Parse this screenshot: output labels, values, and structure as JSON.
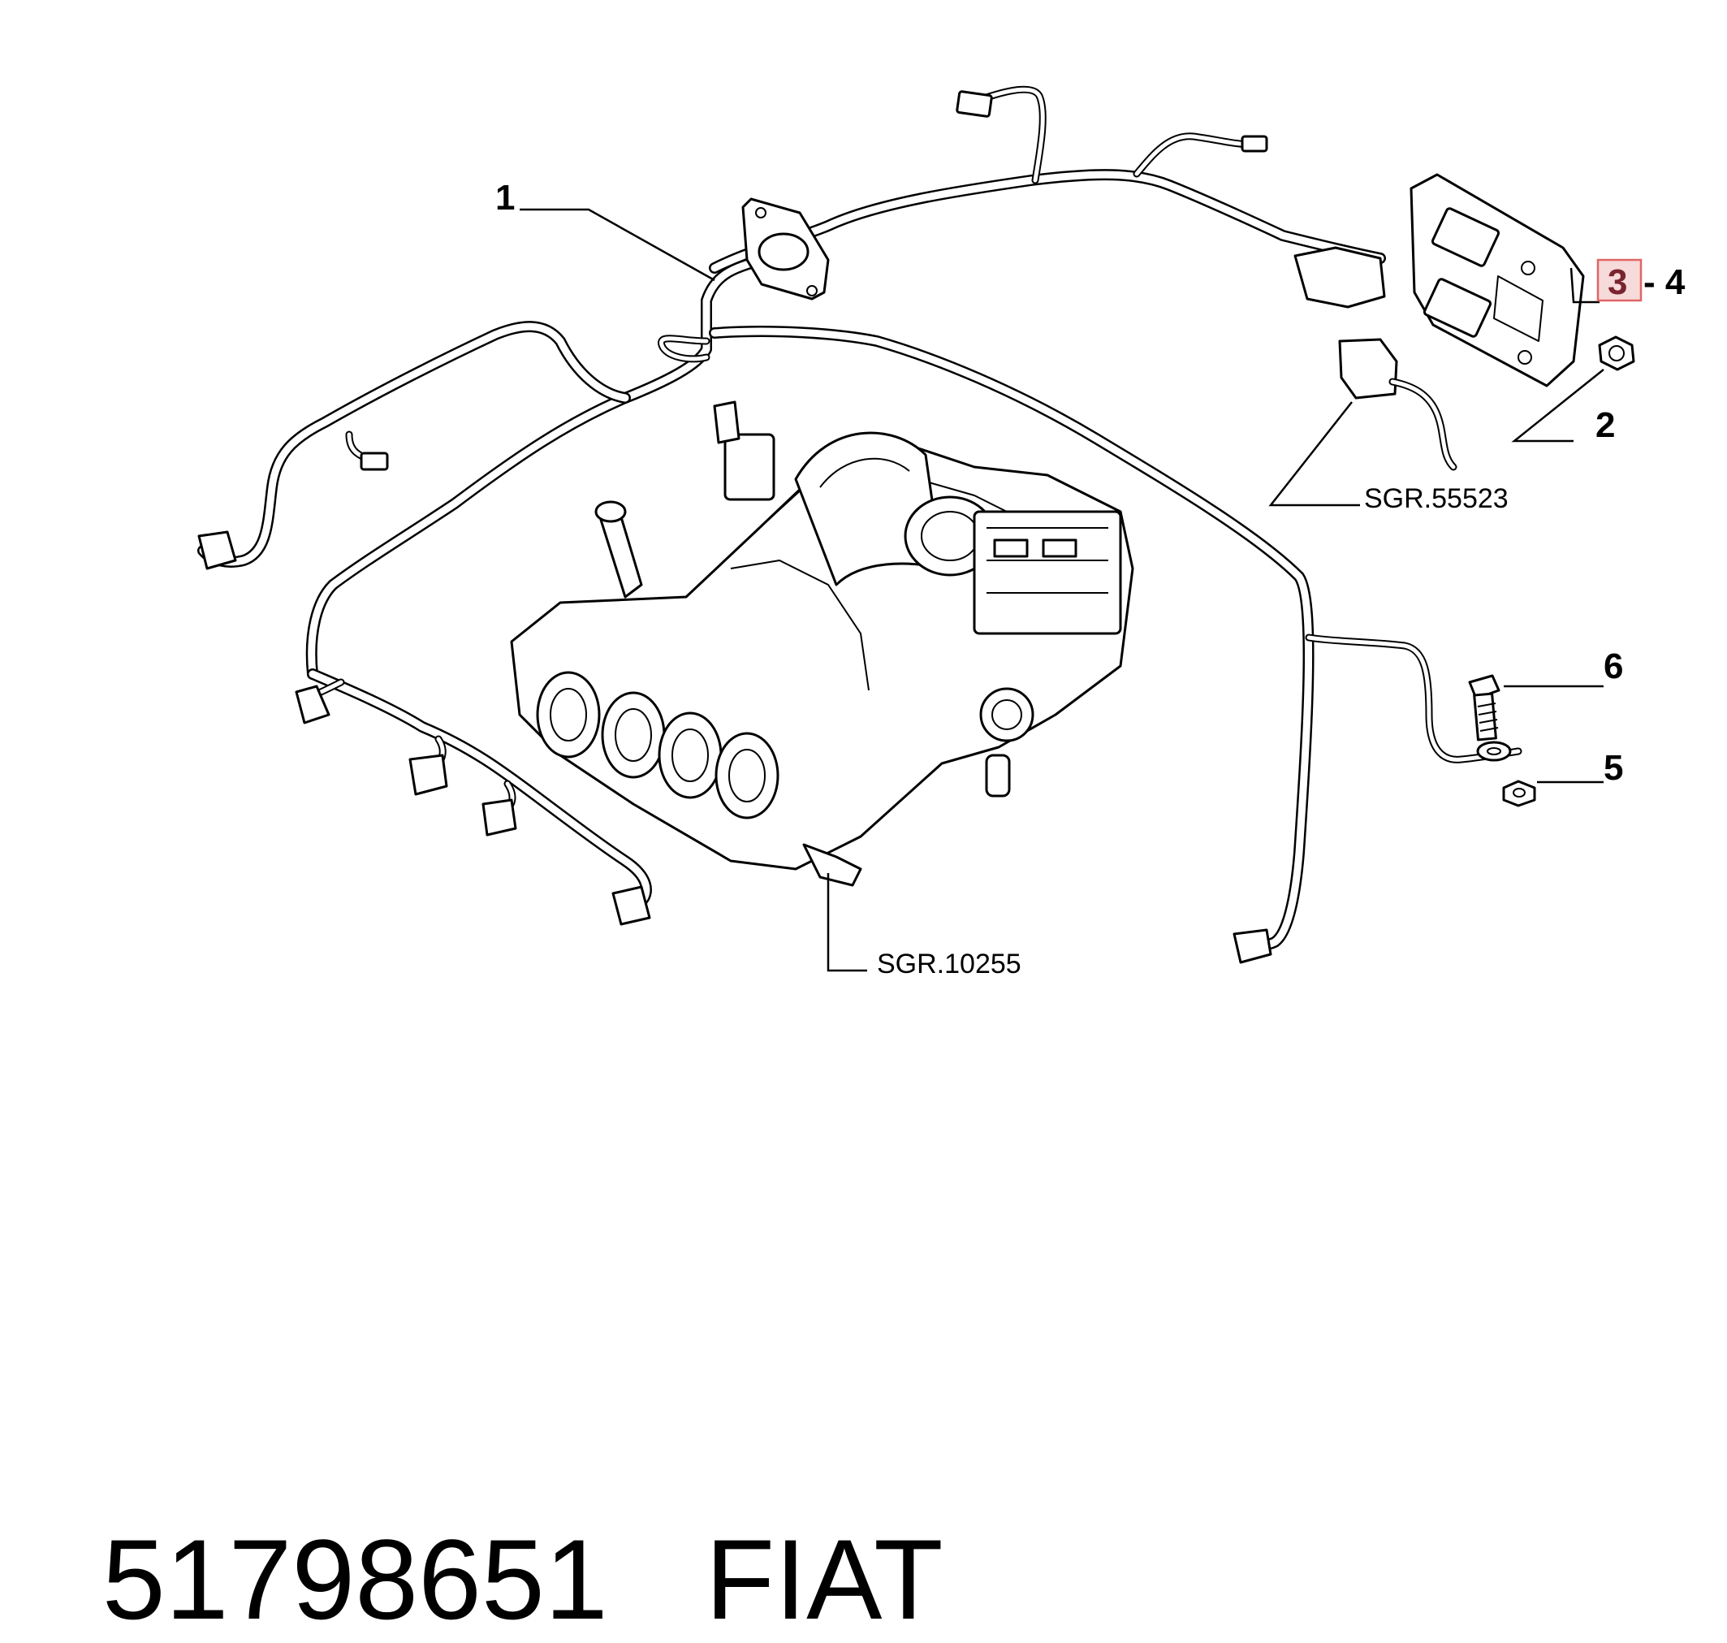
{
  "callouts": {
    "c1": "1",
    "c2": "2",
    "c3": "3",
    "c4_sep": "- 4",
    "c5": "5",
    "c6": "6"
  },
  "references": {
    "ref_top": "SGR.55523",
    "ref_bottom": "SGR.10255"
  },
  "footer": {
    "part_number": "51798651",
    "brand": "FIAT"
  },
  "colors": {
    "highlight_fill": "#f7dada",
    "highlight_stroke": "#e06666",
    "highlight_text": "#7a2430"
  },
  "parts": [
    "wiring-harness",
    "nut",
    "control-unit",
    "bolt",
    "ground-cable"
  ]
}
